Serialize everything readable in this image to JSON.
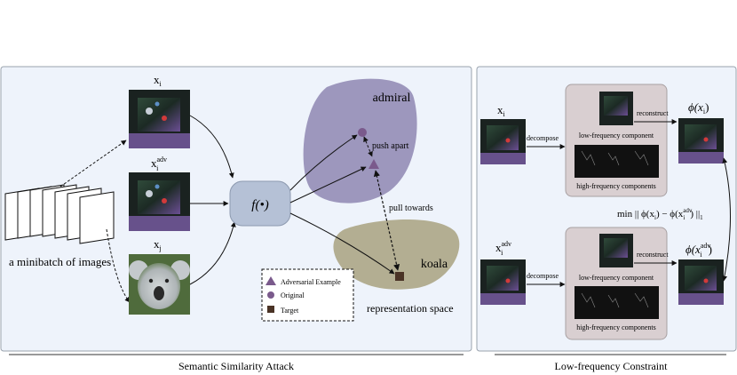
{
  "left_panel": {
    "minibatch_label": "a minibatch of images",
    "xi_label": "x",
    "xi_sub": "i",
    "xadv_label": "x",
    "xadv_sub": "i",
    "xadv_sup": "adv",
    "xj_label": "x",
    "xj_sub": "j",
    "f_label": "f(•)",
    "admiral_label": "admiral",
    "koala_label": "koala",
    "push_apart_label": "push apart",
    "pull_towards_label": "pull towards",
    "representation_space_label": "representation space",
    "legend": {
      "adversarial": "Adversarial Example",
      "original": "Original",
      "target": "Target"
    },
    "caption": "Semantic Similarity Attack"
  },
  "right_panel": {
    "xi_label": "x",
    "xi_sub": "i",
    "xadv_label": "x",
    "xadv_sub": "i",
    "xadv_sup": "adv",
    "decompose_label": "decompose",
    "reconstruct_label": "reconstruct",
    "low_freq_label": "low-frequency component",
    "high_freq_label": "high-frequency components",
    "phi_xi": "ϕ(x",
    "phi_xi_sub": "i",
    "phi_close": ")",
    "phi_xadv": "ϕ(x",
    "phi_xadv_sub": "i",
    "phi_xadv_sup": "adv",
    "min_expr_a": "min || ϕ(x",
    "min_expr_b": ") − ϕ(x",
    "min_expr_c": ") ||",
    "min_expr_sub_i": "i",
    "min_expr_sup_adv": "adv",
    "min_expr_sub_1": "1",
    "caption": "Low-frequency Constraint"
  },
  "colors": {
    "panel_bg": "#eef3fb",
    "panel_border": "#9aa3ad",
    "admiral_blob": "#9d97bd",
    "koala_blob": "#b3ae92",
    "f_box": "#b5c1d6",
    "decomp_box": "#d9cfd1",
    "marker": "#7a5a8c",
    "target": "#4a3326"
  }
}
